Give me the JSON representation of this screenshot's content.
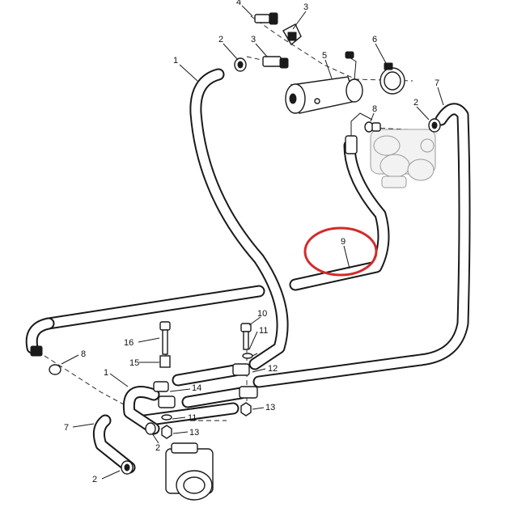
{
  "diagram": {
    "callouts": {
      "c1a": "1",
      "c1b": "1",
      "c2a": "2",
      "c2b": "2",
      "c2c": "2",
      "c2d": "2",
      "c3a": "3",
      "c3b": "3",
      "c4": "4",
      "c5": "5",
      "c6": "6",
      "c7a": "7",
      "c7b": "7",
      "c8a": "8",
      "c8b": "8",
      "c9": "9",
      "c10": "10",
      "c11a": "11",
      "c11b": "11",
      "c12": "12",
      "c13a": "13",
      "c13b": "13",
      "c14": "14",
      "c15": "15",
      "c16": "16"
    },
    "highlight_color": "#d42a2a"
  }
}
